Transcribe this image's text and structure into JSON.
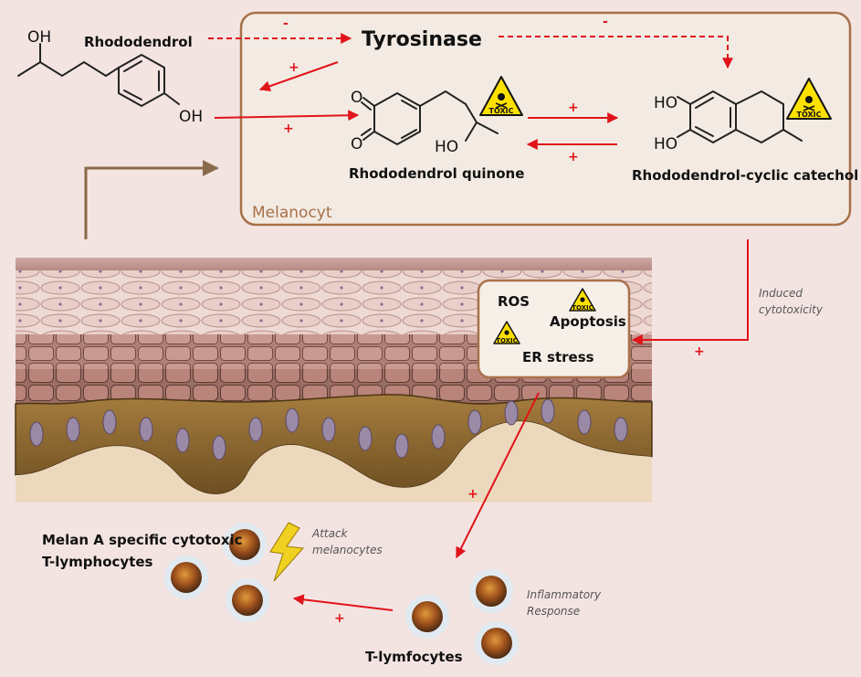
{
  "compounds": {
    "rhododendrol": "Rhododendrol",
    "quinone": "Rhododendrol quinone",
    "catechol": "Rhododendrol-cyclic catechol"
  },
  "atoms": {
    "oh": "OH",
    "ho": "HO",
    "o": "O"
  },
  "enzyme": "Tyrosinase",
  "cell_label": "Melanocyt",
  "signs": {
    "minus": "-",
    "plus": "+"
  },
  "toxic_label": "TOXIC",
  "stress_box": {
    "ros": "ROS",
    "apoptosis": "Apoptosis",
    "er_stress": "ER stress"
  },
  "annotations": {
    "induced_cytotoxicity_1": "Induced",
    "induced_cytotoxicity_2": "cytotoxicity",
    "attack_1": "Attack",
    "attack_2": "melanocytes",
    "inflammatory_1": "Inflammatory",
    "inflammatory_2": "Response"
  },
  "cells": {
    "melan_a_1": "Melan A specific cytotoxic",
    "melan_a_2": "T-lymphocytes",
    "t_lymfocytes": "T-lymfocytes"
  },
  "colors": {
    "background": "#f3e4e2",
    "cell_box_border": "#a8704a",
    "cell_box_fill": "#f3ebe3",
    "arrow_red": "#e0141a",
    "arrow_brown": "#8a6a4a",
    "toxic_yellow": "#ffe100"
  }
}
